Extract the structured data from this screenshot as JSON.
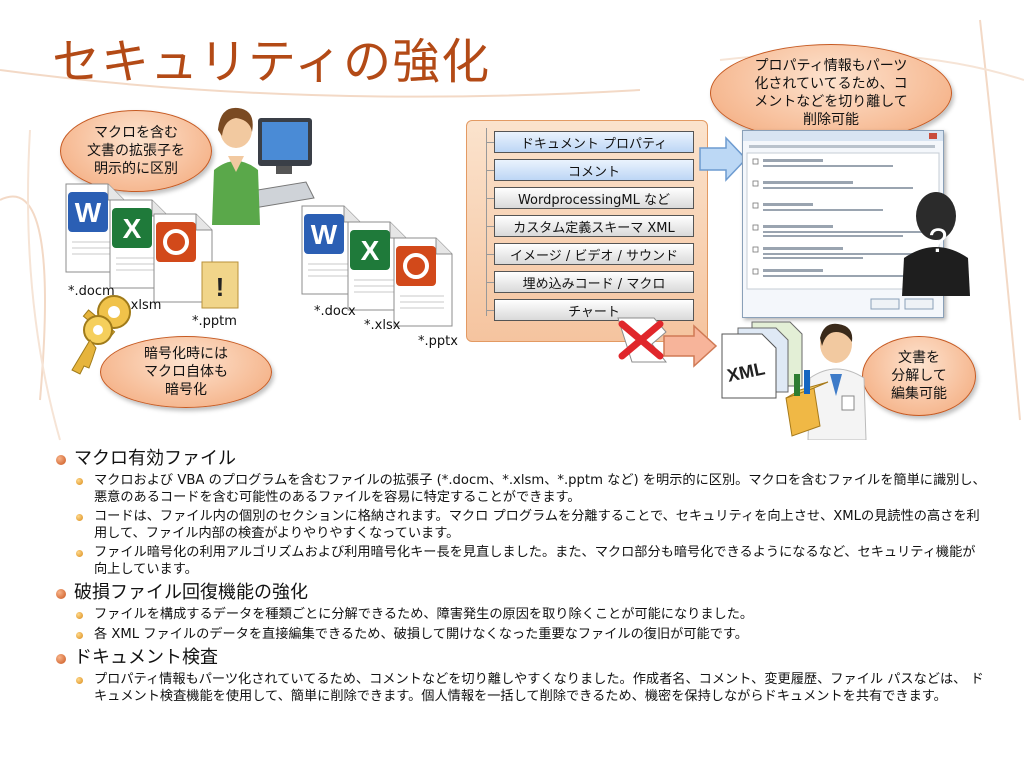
{
  "title": "セキュリティの強化",
  "bubbles": {
    "macro_ext": "マクロを含む\n文書の拡張子を\n明示的に区別",
    "encryption": "暗号化時には\nマクロ自体も\n暗号化",
    "property": "プロパティ情報もパーツ\n化されていてるため、コ\nメントなどを切り離して\n削除可能",
    "edit": "文書を\n分解して\n編集可能"
  },
  "file_labels": {
    "docm": "*.docm",
    "xlsm": "*.xlsm",
    "pptm": "*.pptm",
    "docx": "*.docx",
    "xlsx": "*.xlsx",
    "pptx": "*.pptx"
  },
  "parts": [
    "ドキュメント プロパティ",
    "コメント",
    "WordprocessingML など",
    "カスタム定義スキーマ XML",
    "イメージ / ビデオ / サウンド",
    "埋め込みコード / マクロ",
    "チャート"
  ],
  "unknown_mark": "?",
  "bullets": [
    {
      "heading": "マクロ有効ファイル",
      "items": [
        "マクロおよび VBA のプログラムを含むファイルの拡張子 (*.docm、*.xlsm、*.pptm など) を明示的に区別。マクロを含むファイルを簡単に識別し、悪意のあるコードを含む可能性のあるファイルを容易に特定することができます。",
        "コードは、ファイル内の個別のセクションに格納されます。マクロ プログラムを分離することで、セキュリティを向上させ、XMLの見読性の高さを利用して、ファイル内部の検査がよりやりやすくなっています。",
        "ファイル暗号化の利用アルゴリズムおよび利用暗号化キー長を見直しました。また、マクロ部分も暗号化できるようになるなど、セキュリティ機能が向上しています。"
      ]
    },
    {
      "heading": "破損ファイル回復機能の強化",
      "items": [
        "ファイルを構成するデータを種類ごとに分解できるため、障害発生の原因を取り除くことが可能になりました。",
        "各 XML ファイルのデータを直接編集できるため、破損して開けなくなった重要なファイルの復旧が可能です。"
      ]
    },
    {
      "heading": "ドキュメント検査",
      "items": [
        "プロパティ情報もパーツ化されていてるため、コメントなどを切り離しやすくなりました。作成者名、コメント、変更履歴、ファイル パスなどは、 ドキュメント検査機能を使用して、簡単に削除できます。個人情報を一括して削除できるため、機密を保持しながらドキュメントを共有できます。"
      ]
    }
  ],
  "colors": {
    "title": "#b34a16",
    "bubble": "#f6b992",
    "panel": "#f5c49f",
    "highlight_part": "#bdd6f5",
    "word": "#2b5fb4",
    "excel": "#1f7a3a",
    "powerpoint": "#d2491a"
  }
}
